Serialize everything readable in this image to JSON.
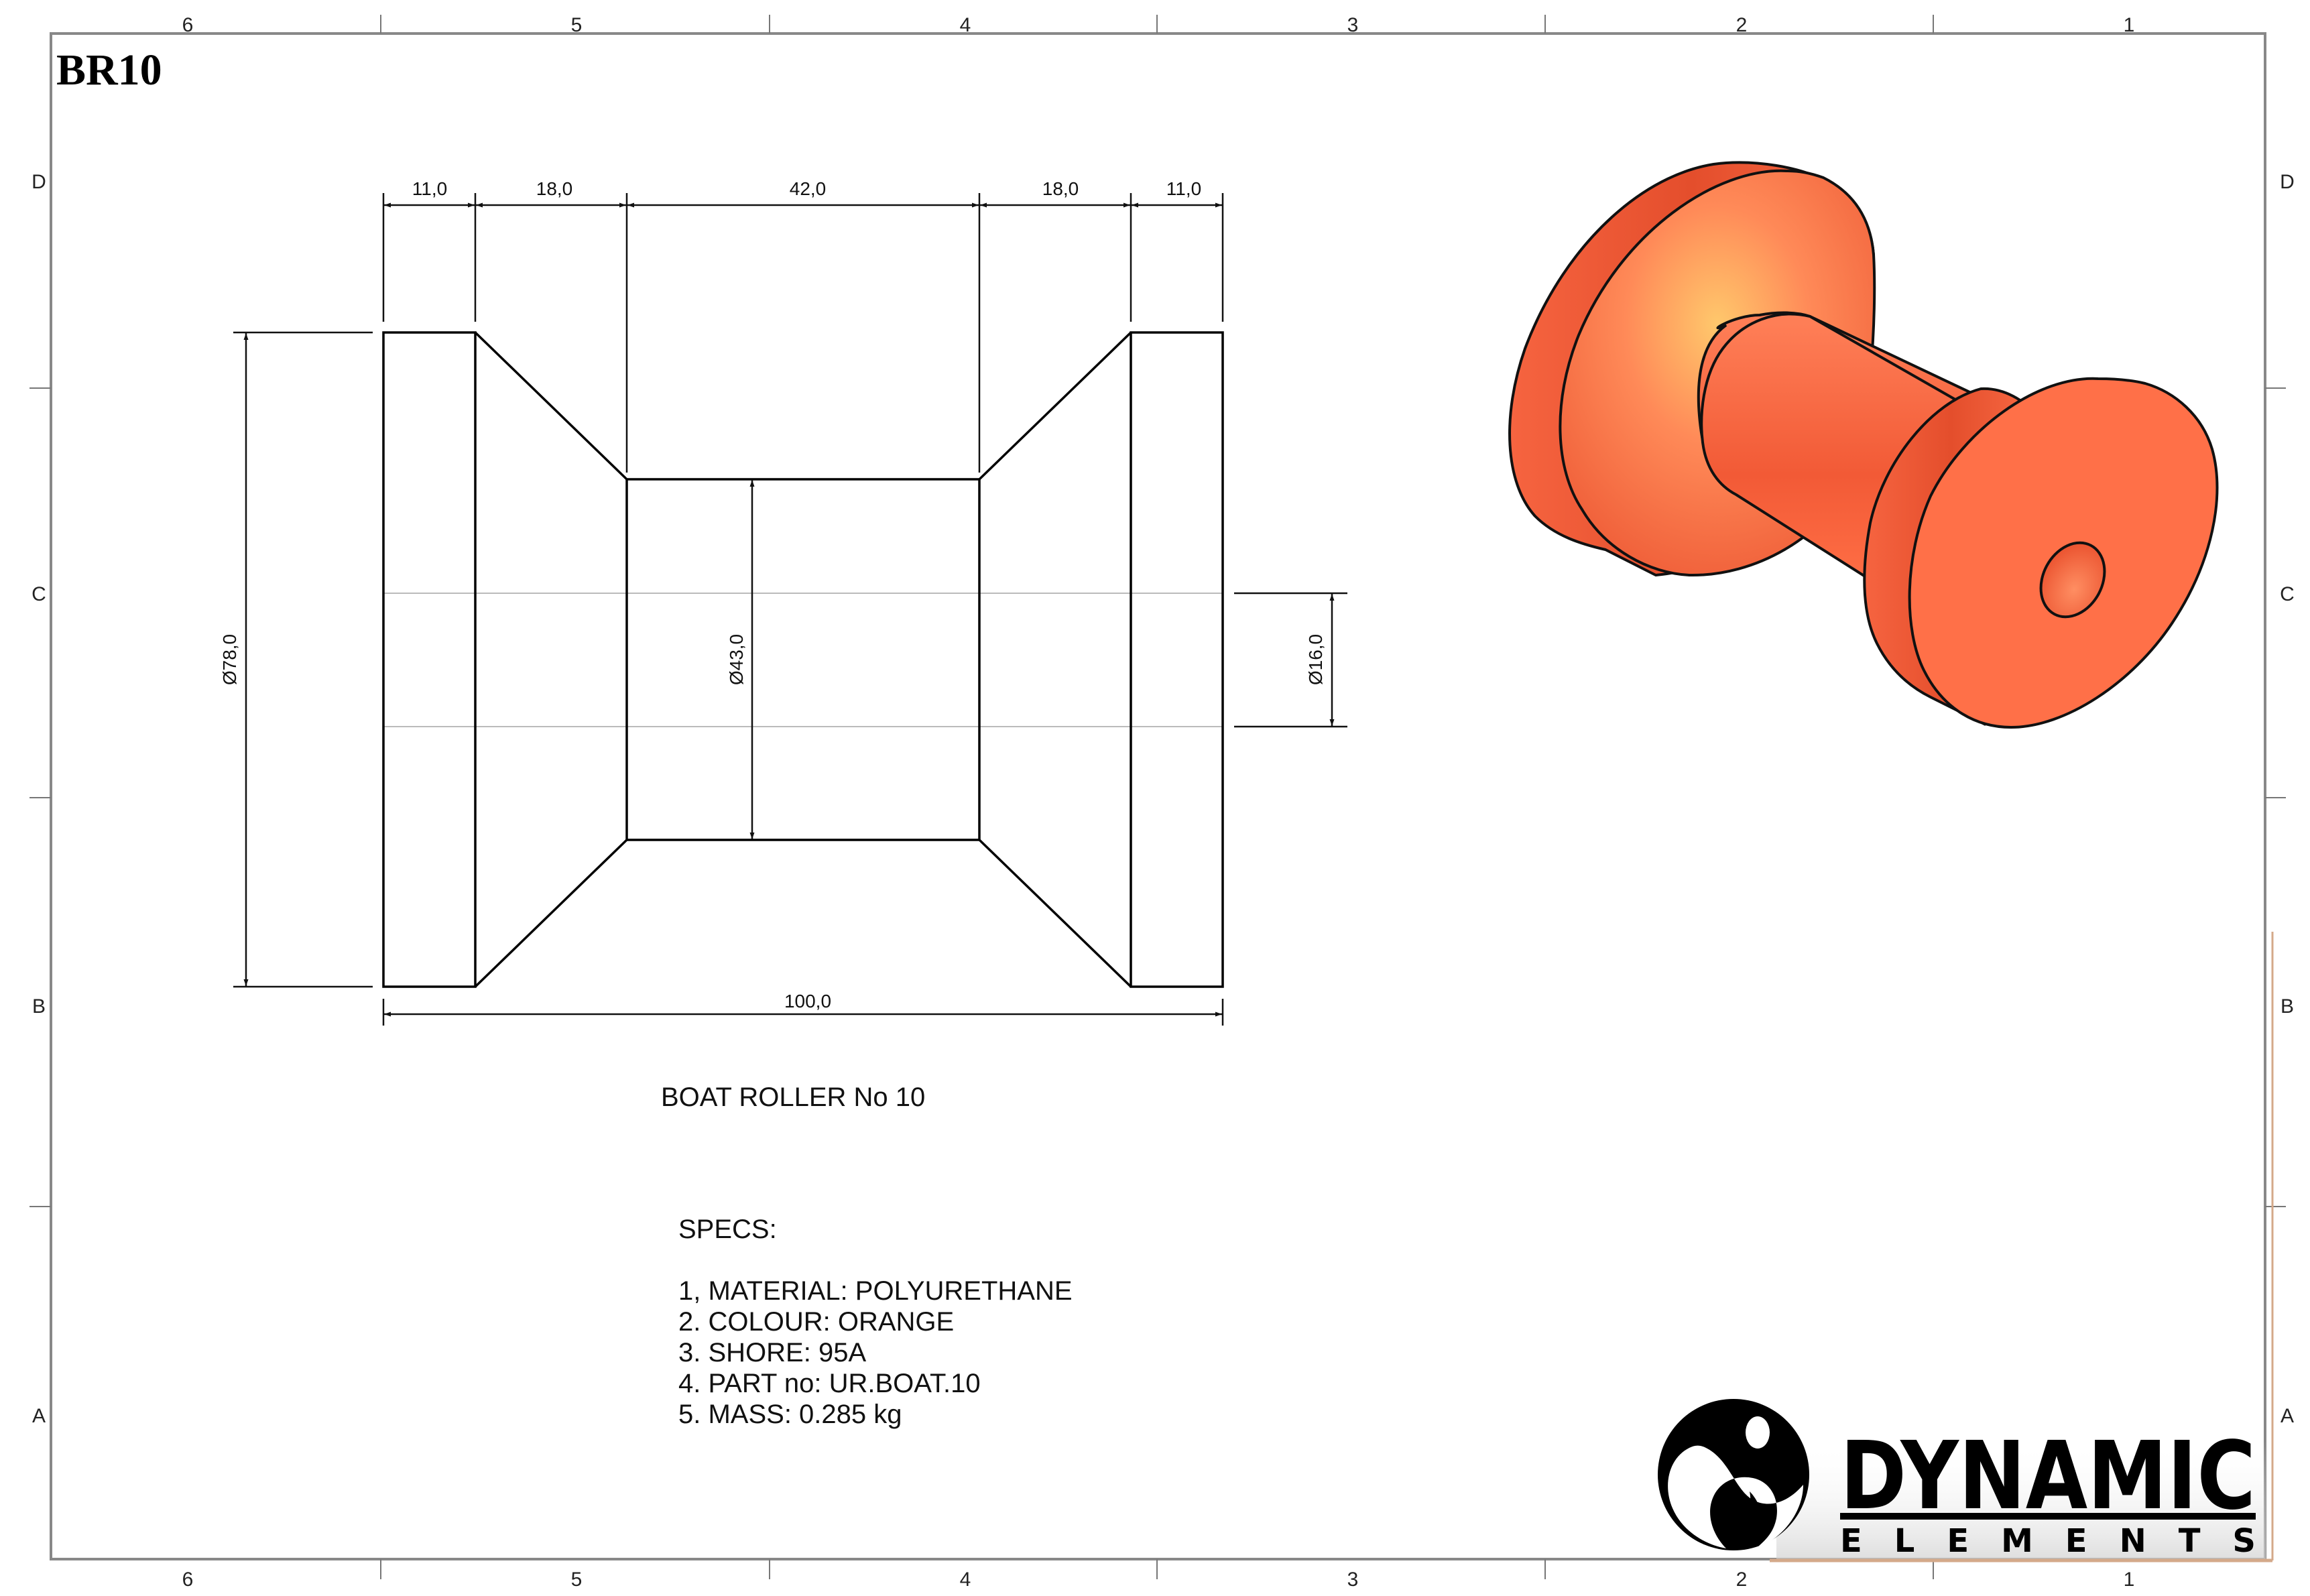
{
  "sheet": {
    "drawing_code": "BR10",
    "column_zones": [
      "6",
      "5",
      "4",
      "3",
      "2",
      "1"
    ],
    "row_zones": [
      "D",
      "C",
      "B",
      "A"
    ]
  },
  "drawing": {
    "title": "BOAT ROLLER No 10",
    "dimensions": {
      "left_flange_width": "11,0",
      "left_taper_width": "18,0",
      "core_length": "42,0",
      "right_taper_width": "18,0",
      "right_flange_width": "11,0",
      "overall_length": "100,0",
      "outer_diameter": "Ø78,0",
      "core_diameter": "Ø43,0",
      "bore_diameter": "Ø16,0"
    }
  },
  "specs": {
    "heading": "SPECS:",
    "items": [
      "1, MATERIAL: POLYURETHANE",
      "2. COLOUR: ORANGE",
      "3. SHORE: 95A",
      "4. PART no: UR.BOAT.10",
      "5. MASS: 0.285 kg"
    ]
  },
  "render": {
    "colors": {
      "base": "#FF7048",
      "shadow": "#E9502E",
      "highlight": "#FFC86C",
      "outline": "#111111"
    }
  },
  "logo": {
    "word_main": "DYNAMIC",
    "word_sub": "E L E M E N T S"
  }
}
